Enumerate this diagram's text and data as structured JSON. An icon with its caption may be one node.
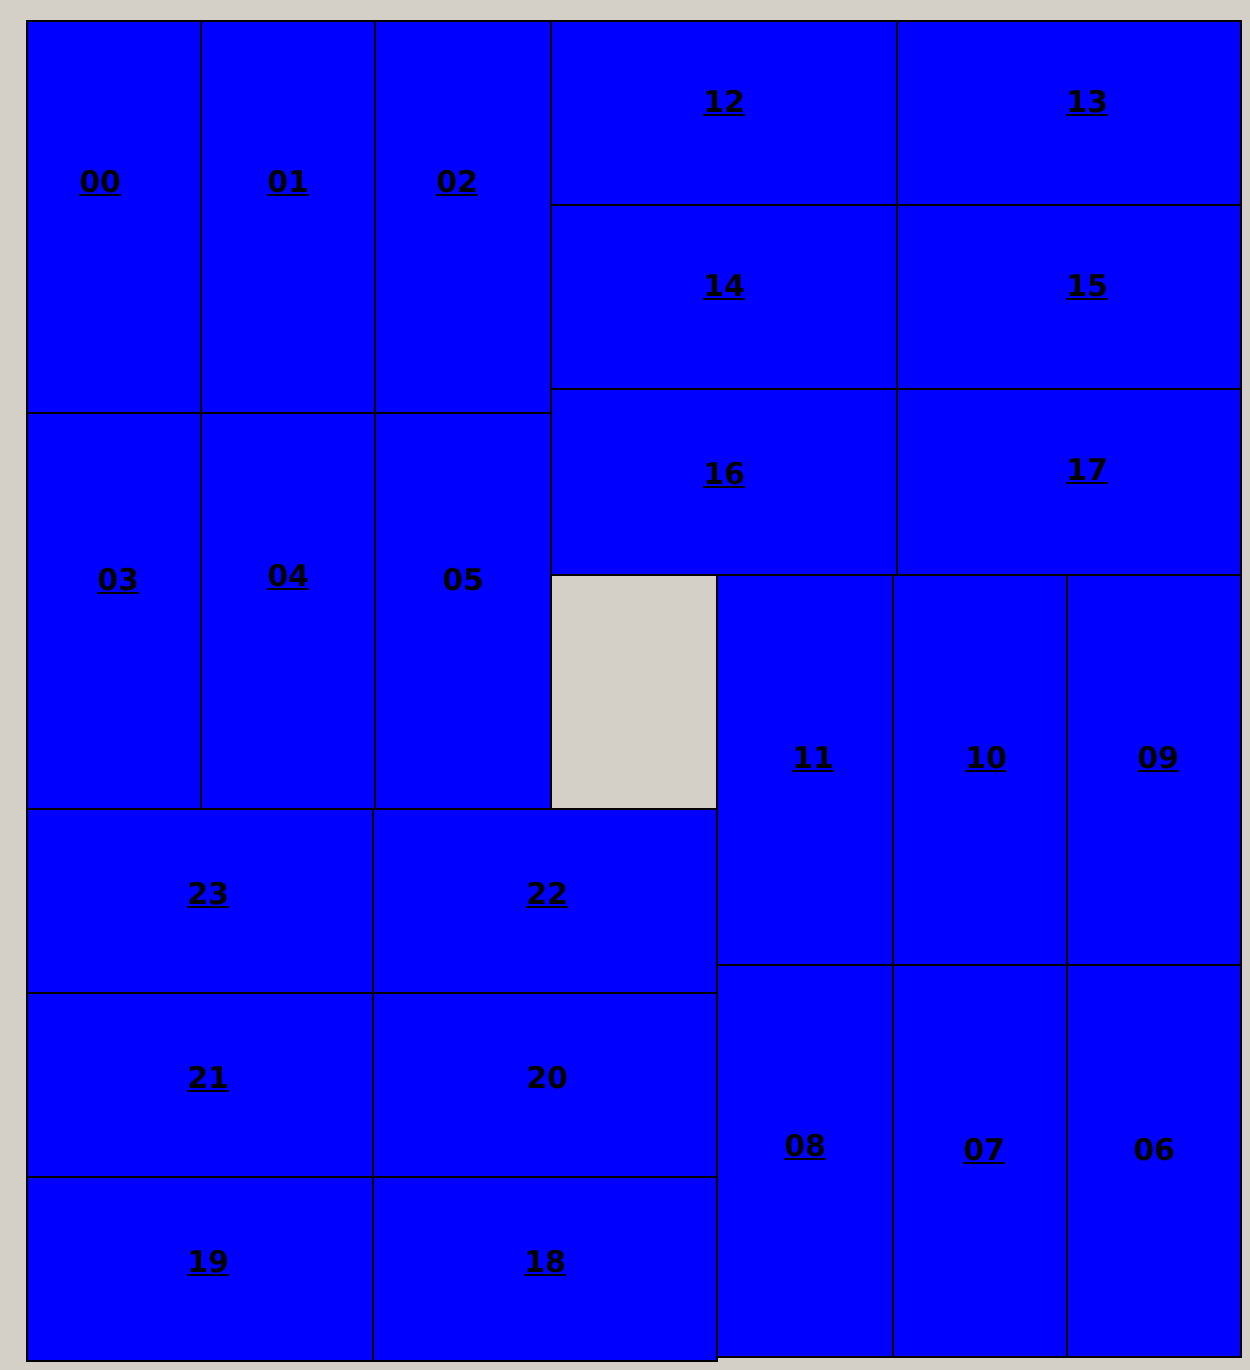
{
  "diagram": {
    "nodes": [
      {
        "text": [
          "00"
        ]
      },
      {
        "text": [
          "01"
        ]
      },
      {
        "text": [
          "02"
        ]
      },
      {
        "text": [
          "12"
        ]
      },
      {
        "text": [
          "13"
        ]
      },
      {
        "text": [
          "14"
        ]
      },
      {
        "text": [
          "15"
        ]
      },
      {
        "text": [
          "03"
        ]
      },
      {
        "text": [
          "04"
        ]
      },
      {
        "text": [
          "05"
        ]
      },
      {
        "text": [
          "16"
        ]
      },
      {
        "text": [
          "17"
        ]
      },
      {
        "text": [
          "11"
        ]
      },
      {
        "text": [
          "10"
        ]
      },
      {
        "text": [
          "09"
        ]
      },
      {
        "text": [
          "23"
        ]
      },
      {
        "text": [
          "22"
        ]
      },
      {
        "text": [
          "21"
        ]
      },
      {
        "text": [
          "20"
        ]
      },
      {
        "text": [
          "08"
        ]
      },
      {
        "text": [
          "07"
        ]
      },
      {
        "text": [
          "06"
        ]
      },
      {
        "text": [
          "19"
        ]
      },
      {
        "text": [
          "18"
        ]
      }
    ]
  }
}
